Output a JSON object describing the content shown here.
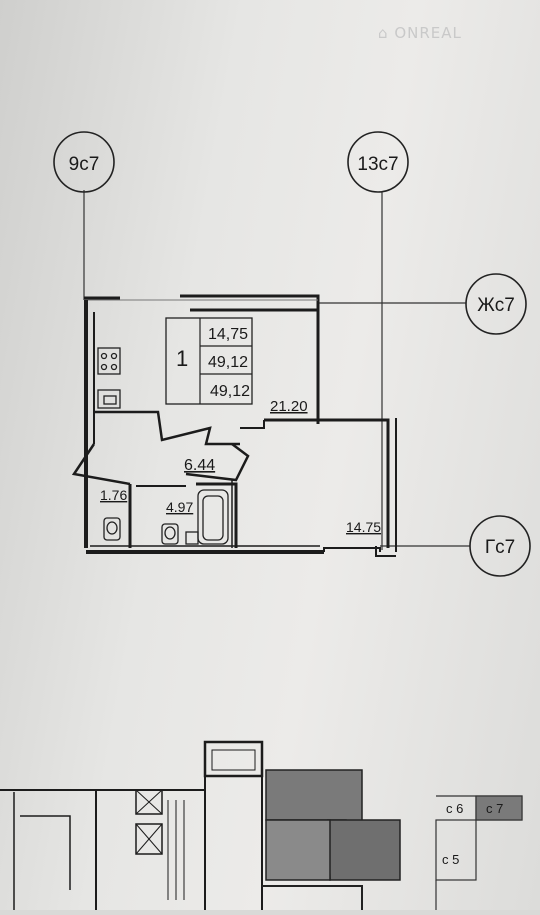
{
  "watermark": "ONREAL",
  "axes": {
    "left_top": "9с7",
    "right_top": "13с7",
    "right_upper": "Жс7",
    "right_lower": "Гс7"
  },
  "apartment": {
    "rooms_count": "1",
    "living_area": "14,75",
    "total_area": "49,12",
    "total_area_with_balcony": "49,12"
  },
  "rooms": {
    "kitchen": "21.20",
    "hall": "6.44",
    "wc": "1.76",
    "bathroom": "4.97",
    "bedroom": "14.75"
  },
  "key_plan": {
    "sections": [
      "с 6",
      "с 7",
      "с 5"
    ],
    "highlight_color": "#6f6f6f"
  }
}
